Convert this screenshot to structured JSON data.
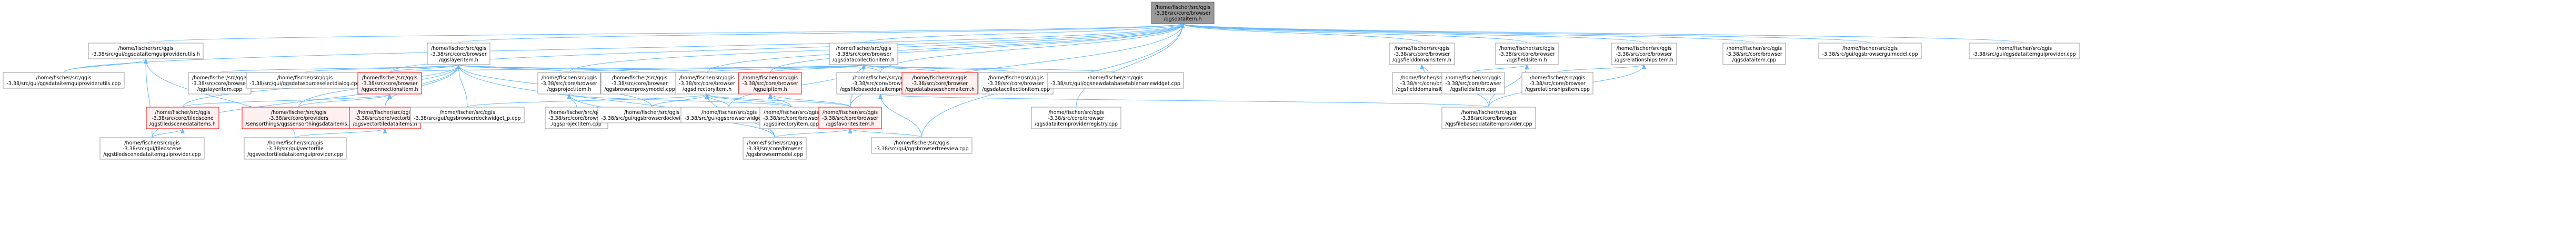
{
  "colors": {
    "edge": "#63b8ff",
    "arrowhead": "#63b8ff",
    "node_fill": "#ffffff",
    "node_border": "#999999",
    "root_fill": "#999999",
    "root_border": "#666666",
    "red_border": "#ff0000",
    "red_fill": "#fff0f0"
  },
  "nodes": [
    {
      "id": "root",
      "lines": [
        "/home/fischer/src/qgis",
        "-3.38/src/core/browser",
        "/qgsdataitem.h"
      ],
      "style": "root"
    },
    {
      "id": "dip_utils_h",
      "lines": [
        "/home/fischer/src/qgis",
        "-3.38/src/gui/qgsdataitemguiproviderutils.h"
      ],
      "style": "normal"
    },
    {
      "id": "layeritem_h",
      "lines": [
        "/home/fischer/src/qgis",
        "-3.38/src/core/browser",
        "/qgslayeritem.h"
      ],
      "style": "normal"
    },
    {
      "id": "dcitem_h",
      "lines": [
        "/home/fischer/src/qgis",
        "-3.38/src/core/browser",
        "/qgsdatacollectionitem.h"
      ],
      "style": "normal"
    },
    {
      "id": "fielddomains_h",
      "lines": [
        "/home/fischer/src/qgis",
        "-3.38/src/core/browser",
        "/qgsfielddomainsitem.h"
      ],
      "style": "normal"
    },
    {
      "id": "fieldsitem_h",
      "lines": [
        "/home/fischer/src/qgis",
        "-3.38/src/core/browser",
        "/qgsfieldsitem.h"
      ],
      "style": "normal"
    },
    {
      "id": "relationships_h",
      "lines": [
        "/home/fischer/src/qgis",
        "-3.38/src/core/browser",
        "/qgsrelationshipsitem.h"
      ],
      "style": "normal"
    },
    {
      "id": "dataitem_cpp",
      "lines": [
        "/home/fischer/src/qgis",
        "-3.38/src/core/browser",
        "/qgsdataitem.cpp"
      ],
      "style": "normal"
    },
    {
      "id": "browserguimodel_cpp",
      "lines": [
        "/home/fischer/src/qgis",
        "-3.38/src/gui/qgsbrowserguimodel.cpp"
      ],
      "style": "normal"
    },
    {
      "id": "dataitemguiprovider_cpp",
      "lines": [
        "/home/fischer/src/qgis",
        "-3.38/src/gui/qgsdataitemguiprovider.cpp"
      ],
      "style": "normal"
    },
    {
      "id": "dip_utils_cpp",
      "lines": [
        "/home/fischer/src/qgis",
        "-3.38/src/gui/qgsdataitemguiproviderutils.cpp"
      ],
      "style": "normal"
    },
    {
      "id": "layeritem_cpp",
      "lines": [
        "/home/fischer/src/qgis",
        "-3.38/src/core/browser",
        "/qgslayeritem.cpp"
      ],
      "style": "normal"
    },
    {
      "id": "datasourceselect_cpp",
      "lines": [
        "/home/fischer/src/qgis",
        "-3.38/src/gui/qgsdatasourceselectdialog.cpp"
      ],
      "style": "normal"
    },
    {
      "id": "connectionsitem_h",
      "lines": [
        "/home/fischer/src/qgis",
        "-3.38/src/core/browser",
        "/qgsconnectionsitem.h"
      ],
      "style": "red"
    },
    {
      "id": "projectitem_h",
      "lines": [
        "/home/fischer/src/qgis",
        "-3.38/src/core/browser",
        "/qgsprojectitem.h"
      ],
      "style": "normal"
    },
    {
      "id": "browserproxymodel_cpp",
      "lines": [
        "/home/fischer/src/qgis",
        "-3.38/src/core/browser",
        "/qgsbrowserproxymodel.cpp"
      ],
      "style": "normal"
    },
    {
      "id": "directoryitem_h",
      "lines": [
        "/home/fischer/src/qgis",
        "-3.38/src/core/browser",
        "/qgsdirectoryitem.h"
      ],
      "style": "normal"
    },
    {
      "id": "zipitem_h",
      "lines": [
        "/home/fischer/src/qgis",
        "-3.38/src/core/browser",
        "/qgszipitem.h"
      ],
      "style": "red"
    },
    {
      "id": "filebaseddip_h",
      "lines": [
        "/home/fischer/src/qgis",
        "-3.38/src/core/browser",
        "/qgsfilebaseddataitemprovider.h"
      ],
      "style": "normal"
    },
    {
      "id": "dbschemaitem_h",
      "lines": [
        "/home/fischer/src/qgis",
        "-3.38/src/core/browser",
        "/qgsdatabaseschemaitem.h"
      ],
      "style": "red"
    },
    {
      "id": "dcitem_cpp",
      "lines": [
        "/home/fischer/src/qgis",
        "-3.38/src/core/browser",
        "/qgsdatacollectionitem.cpp"
      ],
      "style": "normal"
    },
    {
      "id": "newdbtablename_cpp",
      "lines": [
        "/home/fischer/src/qgis",
        "-3.38/src/gui/qgsnewdatabasetablenamewidget.cpp"
      ],
      "style": "normal"
    },
    {
      "id": "fielddomains_cpp",
      "lines": [
        "/home/fischer/src/qgis",
        "-3.38/src/core/browser",
        "/qgsfielddomainsitem.cpp"
      ],
      "style": "normal"
    },
    {
      "id": "fieldsitem_cpp",
      "lines": [
        "/home/fischer/src/qgis",
        "-3.38/src/core/browser",
        "/qgsfieldsitem.cpp"
      ],
      "style": "normal"
    },
    {
      "id": "relationships_cpp",
      "lines": [
        "/home/fischer/src/qgis",
        "-3.38/src/core/browser",
        "/qgsrelationshipsitem.cpp"
      ],
      "style": "normal"
    },
    {
      "id": "tiledscenedataitems_h",
      "lines": [
        "/home/fischer/src/qgis",
        "-3.38/src/core/tiledscene",
        "/qgstiledscenedataitems.h"
      ],
      "style": "red"
    },
    {
      "id": "sensorthings_h",
      "lines": [
        "/home/fischer/src/qgis",
        "-3.38/src/core/providers",
        "/sensorthings/qgssensorthingsdataitems.h"
      ],
      "style": "red"
    },
    {
      "id": "vectortiledataitems_h",
      "lines": [
        "/home/fischer/src/qgis",
        "-3.38/src/core/vectortile",
        "/qgsvectortiledataitems.h"
      ],
      "style": "red"
    },
    {
      "id": "dockwidget_p_cpp",
      "lines": [
        "/home/fischer/src/qgis",
        "-3.38/src/gui/qgsbrowserdockwidget_p.cpp"
      ],
      "style": "normal"
    },
    {
      "id": "projectitem_cpp",
      "lines": [
        "/home/fischer/src/qgis",
        "-3.38/src/core/browser",
        "/qgsprojectitem.cpp"
      ],
      "style": "normal"
    },
    {
      "id": "browserdockwidget_cpp",
      "lines": [
        "/home/fischer/src/qgis",
        "-3.38/src/gui/qgsbrowserdockwidget.cpp"
      ],
      "style": "normal"
    },
    {
      "id": "browserwidget_cpp",
      "lines": [
        "/home/fischer/src/qgis",
        "-3.38/src/gui/qgsbrowserwidget.cpp"
      ],
      "style": "normal"
    },
    {
      "id": "directoryitem_cpp",
      "lines": [
        "/home/fischer/src/qgis",
        "-3.38/src/core/browser",
        "/qgsdirectoryitem.cpp"
      ],
      "style": "normal"
    },
    {
      "id": "favoritesitem_h",
      "lines": [
        "/home/fischer/src/qgis",
        "-3.38/src/core/browser",
        "/qgsfavoritesitem.h"
      ],
      "style": "red"
    },
    {
      "id": "dipregistry_cpp",
      "lines": [
        "/home/fischer/src/qgis",
        "-3.38/src/core/browser",
        "/qgsdataitemproviderregistry.cpp"
      ],
      "style": "normal"
    },
    {
      "id": "filebaseddip_cpp",
      "lines": [
        "/home/fischer/src/qgis",
        "-3.38/src/core/browser",
        "/qgsfilebaseddataitemprovider.cpp"
      ],
      "style": "normal"
    },
    {
      "id": "tiledscene_gui_cpp",
      "lines": [
        "/home/fischer/src/qgis",
        "-3.38/src/gui/tiledscene",
        "/qgstiledscenedataitemguiprovider.cpp"
      ],
      "style": "normal"
    },
    {
      "id": "vectortile_gui_cpp",
      "lines": [
        "/home/fischer/src/qgis",
        "-3.38/src/gui/vectortile",
        "/qgsvectortiledataitemguiprovider.cpp"
      ],
      "style": "normal"
    },
    {
      "id": "browsermodel_cpp",
      "lines": [
        "/home/fischer/src/qgis",
        "-3.38/src/core/browser",
        "/qgsbrowsermodel.cpp"
      ],
      "style": "normal"
    },
    {
      "id": "browsertreeview_cpp",
      "lines": [
        "/home/fischer/src/qgis",
        "-3.38/src/gui/qgsbrowsertreeview.cpp"
      ],
      "style": "normal"
    }
  ],
  "edges": [
    [
      "root",
      "dip_utils_h"
    ],
    [
      "root",
      "layeritem_h"
    ],
    [
      "root",
      "dcitem_h"
    ],
    [
      "root",
      "fielddomains_h"
    ],
    [
      "root",
      "fieldsitem_h"
    ],
    [
      "root",
      "relationships_h"
    ],
    [
      "root",
      "dataitem_cpp"
    ],
    [
      "root",
      "browserguimodel_cpp"
    ],
    [
      "root",
      "dataitemguiprovider_cpp"
    ],
    [
      "root",
      "dip_utils_cpp"
    ],
    [
      "root",
      "projectitem_h"
    ],
    [
      "root",
      "directoryitem_h"
    ],
    [
      "root",
      "zipitem_h"
    ],
    [
      "root",
      "filebaseddip_h"
    ],
    [
      "root",
      "favoritesitem_h"
    ],
    [
      "root",
      "dipregistry_cpp"
    ],
    [
      "root",
      "browsertreeview_cpp"
    ],
    [
      "root",
      "connectionsitem_h"
    ],
    [
      "dip_utils_h",
      "dip_utils_cpp"
    ],
    [
      "dip_utils_h",
      "tiledscene_gui_cpp"
    ],
    [
      "dip_utils_h",
      "vectortile_gui_cpp"
    ],
    [
      "layeritem_h",
      "layeritem_cpp"
    ],
    [
      "layeritem_h",
      "datasourceselect_cpp"
    ],
    [
      "layeritem_h",
      "connectionsitem_h"
    ],
    [
      "layeritem_h",
      "projectitem_h"
    ],
    [
      "layeritem_h",
      "browserproxymodel_cpp"
    ],
    [
      "layeritem_h",
      "directoryitem_h"
    ],
    [
      "layeritem_h",
      "tiledscenedataitems_h"
    ],
    [
      "layeritem_h",
      "sensorthings_h"
    ],
    [
      "layeritem_h",
      "vectortiledataitems_h"
    ],
    [
      "layeritem_h",
      "dockwidget_p_cpp"
    ],
    [
      "layeritem_h",
      "browserdockwidget_cpp"
    ],
    [
      "layeritem_h",
      "browsermodel_cpp"
    ],
    [
      "layeritem_h",
      "tiledscene_gui_cpp"
    ],
    [
      "dcitem_h",
      "connectionsitem_h"
    ],
    [
      "dcitem_h",
      "directoryitem_h"
    ],
    [
      "dcitem_h",
      "zipitem_h"
    ],
    [
      "dcitem_h",
      "filebaseddip_h"
    ],
    [
      "dcitem_h",
      "dbschemaitem_h"
    ],
    [
      "dcitem_h",
      "dcitem_cpp"
    ],
    [
      "dcitem_h",
      "newdbtablename_cpp"
    ],
    [
      "dcitem_h",
      "favoritesitem_h"
    ],
    [
      "dcitem_h",
      "browserwidget_cpp"
    ],
    [
      "dcitem_h",
      "projectitem_h"
    ],
    [
      "fielddomains_h",
      "fielddomains_cpp"
    ],
    [
      "fielddomains_h",
      "filebaseddip_cpp"
    ],
    [
      "fieldsitem_h",
      "fieldsitem_cpp"
    ],
    [
      "fieldsitem_h",
      "filebaseddip_cpp"
    ],
    [
      "relationships_h",
      "relationships_cpp"
    ],
    [
      "relationships_h",
      "filebaseddip_cpp"
    ],
    [
      "connectionsitem_h",
      "tiledscenedataitems_h"
    ],
    [
      "connectionsitem_h",
      "sensorthings_h"
    ],
    [
      "connectionsitem_h",
      "vectortiledataitems_h"
    ],
    [
      "projectitem_h",
      "projectitem_cpp"
    ],
    [
      "projectitem_h",
      "browsermodel_cpp"
    ],
    [
      "projectitem_h",
      "directoryitem_cpp"
    ],
    [
      "directoryitem_h",
      "dockwidget_p_cpp"
    ],
    [
      "directoryitem_h",
      "browserdockwidget_cpp"
    ],
    [
      "directoryitem_h",
      "browserwidget_cpp"
    ],
    [
      "directoryitem_h",
      "directoryitem_cpp"
    ],
    [
      "directoryitem_h",
      "favoritesitem_h"
    ],
    [
      "directoryitem_h",
      "browsermodel_cpp"
    ],
    [
      "zipitem_h",
      "directoryitem_cpp"
    ],
    [
      "zipitem_h",
      "favoritesitem_h"
    ],
    [
      "filebaseddip_h",
      "filebaseddip_cpp"
    ],
    [
      "filebaseddip_h",
      "browsertreeview_cpp"
    ],
    [
      "favoritesitem_h",
      "browsermodel_cpp"
    ],
    [
      "favoritesitem_h",
      "browsertreeview_cpp"
    ],
    [
      "tiledscenedataitems_h",
      "tiledscene_gui_cpp"
    ],
    [
      "vectortiledataitems_h",
      "vectortile_gui_cpp"
    ]
  ]
}
